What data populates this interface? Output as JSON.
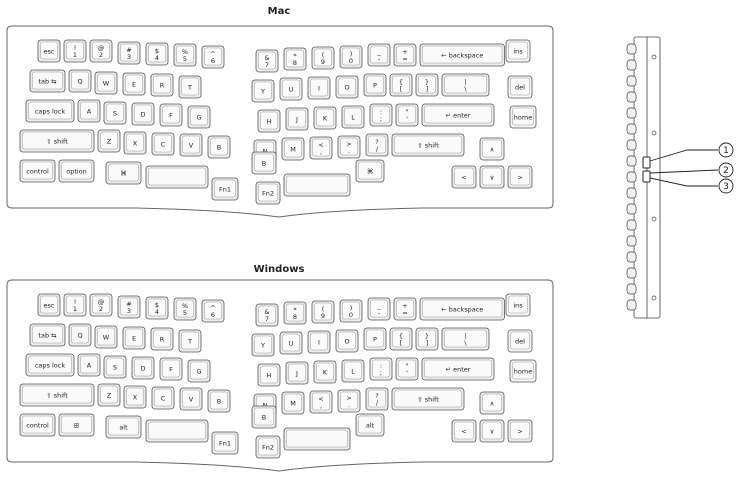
{
  "mac": {
    "title": "Mac",
    "left": [
      [
        "esc",
        "!\n1",
        "@\n2",
        "#\n3",
        "$\n4",
        "%\n5",
        "^\n6"
      ],
      [
        "tab ⇆",
        "Q",
        "W",
        "E",
        "R",
        "T"
      ],
      [
        "caps lock",
        "A",
        "S",
        "D",
        "F",
        "G"
      ],
      [
        "⇧ shift",
        "Z",
        "X",
        "C",
        "V",
        "B"
      ],
      [
        "control",
        "option",
        "⌘"
      ]
    ],
    "right": [
      [
        "&\n7",
        "*\n8",
        "(\n9",
        ")\n0",
        "_\n-",
        "+\n=",
        "← backspace",
        "ins"
      ],
      [
        "Y",
        "U",
        "I",
        "O",
        "P",
        "{\n[",
        "}\n]",
        "|\n\\",
        "del"
      ],
      [
        "H",
        "J",
        "K",
        "L",
        ":\n;",
        "\"\n'",
        "↵ enter",
        "home"
      ],
      [
        "N",
        "M",
        "<\n,",
        ">\n.",
        "?\n/",
        "⇧ shift"
      ],
      [
        "⌘"
      ]
    ],
    "fn_left": "Fn1",
    "fn_right": "Fn2",
    "arrows": [
      "<",
      "∨",
      ">",
      "∧"
    ]
  },
  "windows": {
    "title": "Windows",
    "left": [
      [
        "esc",
        "!\n1",
        "@\n2",
        "#\n3",
        "$\n4",
        "%\n5",
        "^\n6"
      ],
      [
        "tab ⇆",
        "Q",
        "W",
        "E",
        "R",
        "T"
      ],
      [
        "caps lock",
        "A",
        "S",
        "D",
        "F",
        "G"
      ],
      [
        "⇧ shift",
        "Z",
        "X",
        "C",
        "V",
        "B"
      ],
      [
        "control",
        "⊞",
        "alt"
      ]
    ],
    "right": [
      [
        "&\n7",
        "*\n8",
        "(\n9",
        ")\n0",
        "_\n-",
        "+\n=",
        "← backspace",
        "ins"
      ],
      [
        "Y",
        "U",
        "I",
        "O",
        "P",
        "{\n[",
        "}\n]",
        "|\n\\",
        "del"
      ],
      [
        "H",
        "J",
        "K",
        "L",
        ":\n;",
        "\"\n'",
        "↵ enter",
        "home"
      ],
      [
        "N",
        "M",
        "<\n,",
        ">\n.",
        "?\n/",
        "⇧ shift"
      ],
      [
        "alt"
      ]
    ],
    "fn_left": "Fn1",
    "fn_right": "Fn2",
    "arrows": [
      "<",
      "∨",
      ">",
      "∧"
    ]
  },
  "callouts": [
    "1",
    "2",
    "3"
  ]
}
